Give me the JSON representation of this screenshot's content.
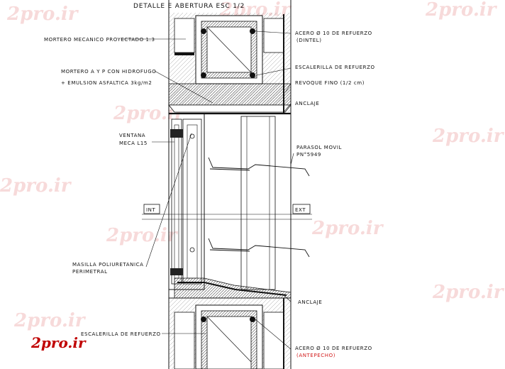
{
  "title": "DETALLE E ABERTURA ESC 1/2",
  "labels": {
    "mortero_mecanico": "MORTERO MECANICO PROYECTADO 1:3",
    "mortero_ayp": "MORTERO A Y P CON HIDROFUGO",
    "emulsion": "+ EMULSION ASFALTICA 3kg/m2",
    "ventana_1": "VENTANA",
    "ventana_2": "MECA L15",
    "masilla_1": "MASILLA POLIURETANICA",
    "masilla_2": "PERIMETRAL",
    "escalerilla_bottom": "ESCALERILLA DE REFUERZO",
    "acero_top": "ACERO Ø 10 DE REFUERZO",
    "dintel": "(DINTEL)",
    "escalerilla_top": "ESCALERILLA DE REFUERZO",
    "revoque": "REVOQUE FINO (1/2 cm)",
    "anclaje_top": "ANCLAJE",
    "parasol_1": "PARASOL MOVIL",
    "parasol_2": "PN°5949",
    "anclaje_bottom": "ANCLAJE",
    "acero_bottom": "ACERO Ø 10 DE REFUERZO",
    "antepecho": "(ANTEPECHO)",
    "int": "INT",
    "ext": "EXT"
  },
  "watermark": "2pro.ir",
  "logo": "2pro.ir",
  "colors": {
    "line": "#111111",
    "accent": "#d21a1a",
    "watermark": "#f1bcbc",
    "logo": "#c00000"
  }
}
